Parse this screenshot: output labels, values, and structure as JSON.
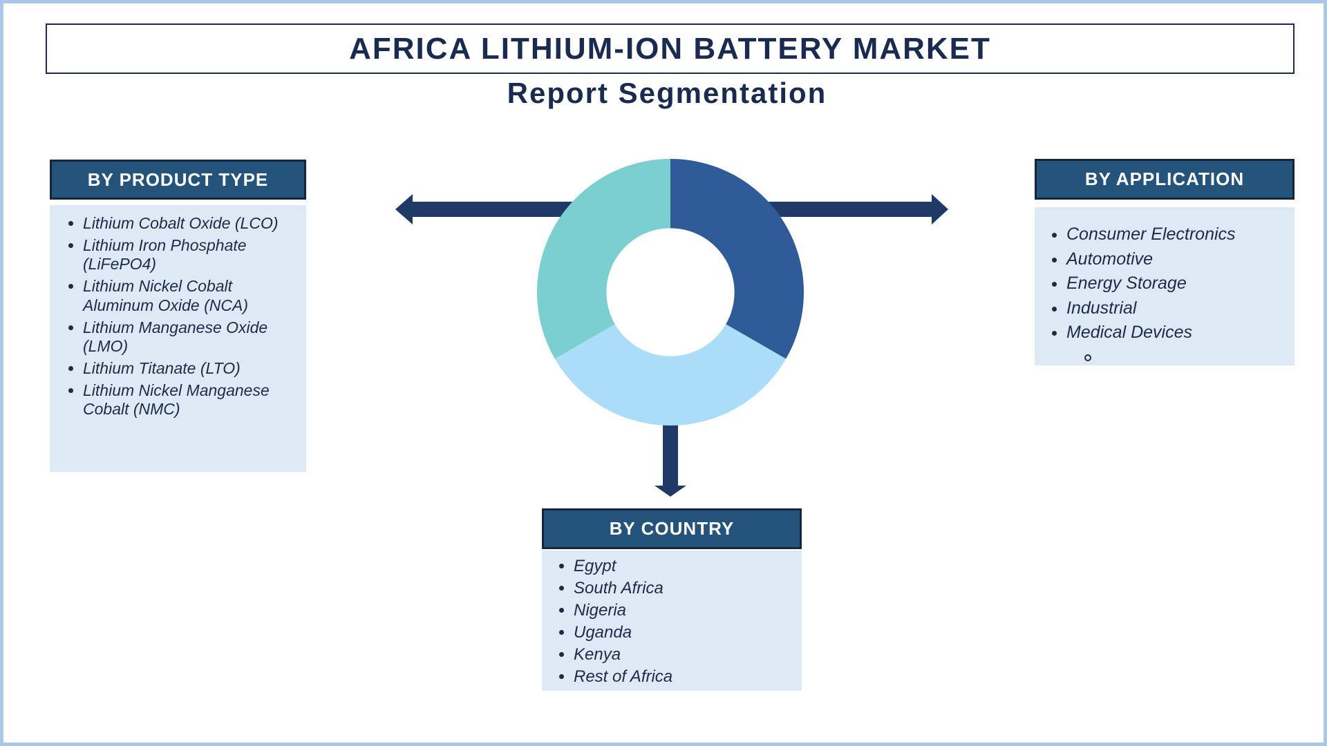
{
  "header": {
    "title": "AFRICA LITHIUM-ION BATTERY MARKET",
    "subtitle": "Report Segmentation"
  },
  "panels": {
    "product_type": {
      "title": "BY PRODUCT TYPE",
      "items": [
        "Lithium Cobalt Oxide (LCO)",
        "Lithium Iron Phosphate (LiFePO4)",
        "Lithium Nickel Cobalt Aluminum Oxide (NCA)",
        "Lithium Manganese Oxide (LMO)",
        "Lithium Titanate (LTO)",
        "Lithium Nickel Manganese Cobalt (NMC)"
      ]
    },
    "application": {
      "title": "BY APPLICATION",
      "items": [
        "Consumer Electronics",
        "Automotive",
        "Energy Storage",
        "Industrial",
        "Medical Devices"
      ],
      "empty_sub_bullet": true
    },
    "country": {
      "title": "BY COUNTRY",
      "items": [
        "Egypt",
        "South Africa",
        "Nigeria",
        "Uganda",
        "Kenya",
        "Rest of Africa"
      ]
    }
  },
  "chart_data": {
    "type": "pie",
    "variant": "donut",
    "title": "",
    "labels_shown": false,
    "start_angle_deg": 0,
    "clockwise": true,
    "inner_radius_ratio": 0.48,
    "segments": [
      {
        "name": "top-right",
        "value": 1,
        "color": "#2F5C99"
      },
      {
        "name": "bottom",
        "value": 1,
        "color": "#ABDDF8"
      },
      {
        "name": "top-left",
        "value": 1,
        "color": "#7BCFD1"
      }
    ]
  },
  "colors": {
    "navy": "#1A2B52",
    "header_bg": "#24547C",
    "panel_bg": "#DDE9F5",
    "page_border": "#A9C7E6",
    "arrow": "#1F3A66",
    "list_text": "#1C2B47"
  }
}
